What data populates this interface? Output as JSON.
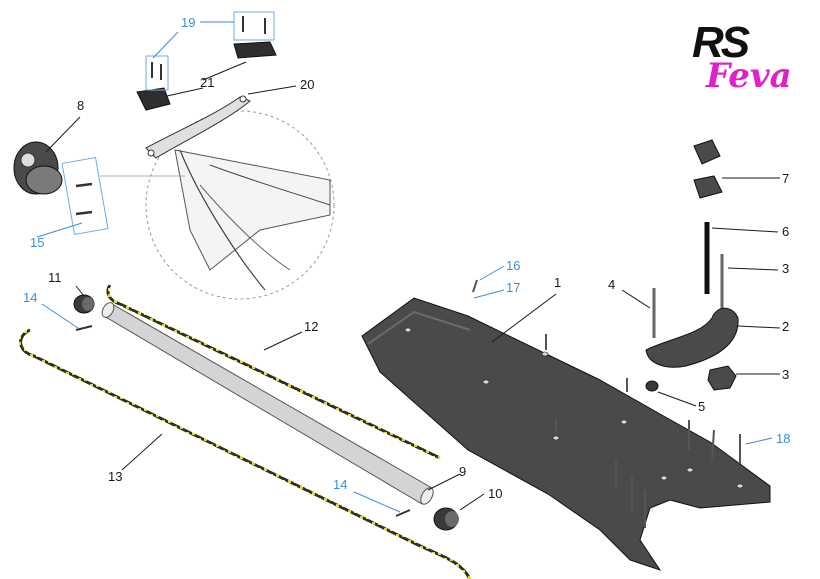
{
  "brand": {
    "rs": "RS",
    "feva": "Feva",
    "rs_color": "#111111",
    "feva_color": "#e020c8"
  },
  "colors": {
    "callout_black": "#1a1a1a",
    "callout_blue": "#3a8fd8",
    "part_dark": "#4a4a4c",
    "part_light": "#d4d4d6"
  },
  "callouts": [
    {
      "id": "c1",
      "text": "1",
      "color": "black"
    },
    {
      "id": "c2",
      "text": "2",
      "color": "black"
    },
    {
      "id": "c3a",
      "text": "3",
      "color": "black"
    },
    {
      "id": "c3b",
      "text": "3",
      "color": "black"
    },
    {
      "id": "c4",
      "text": "4",
      "color": "black"
    },
    {
      "id": "c5",
      "text": "5",
      "color": "black"
    },
    {
      "id": "c6",
      "text": "6",
      "color": "black"
    },
    {
      "id": "c7",
      "text": "7",
      "color": "black"
    },
    {
      "id": "c8",
      "text": "8",
      "color": "black"
    },
    {
      "id": "c9",
      "text": "9",
      "color": "black"
    },
    {
      "id": "c10",
      "text": "10",
      "color": "black"
    },
    {
      "id": "c11",
      "text": "11",
      "color": "black"
    },
    {
      "id": "c12",
      "text": "12",
      "color": "black"
    },
    {
      "id": "c13",
      "text": "13",
      "color": "black"
    },
    {
      "id": "c14a",
      "text": "14",
      "color": "blue"
    },
    {
      "id": "c14b",
      "text": "14",
      "color": "blue"
    },
    {
      "id": "c15",
      "text": "15",
      "color": "blue"
    },
    {
      "id": "c16",
      "text": "16",
      "color": "blue"
    },
    {
      "id": "c17",
      "text": "17",
      "color": "blue"
    },
    {
      "id": "c18",
      "text": "18",
      "color": "blue"
    },
    {
      "id": "c19",
      "text": "19",
      "color": "blue"
    },
    {
      "id": "c20",
      "text": "20",
      "color": "black"
    },
    {
      "id": "c21",
      "text": "21",
      "color": "black"
    }
  ]
}
